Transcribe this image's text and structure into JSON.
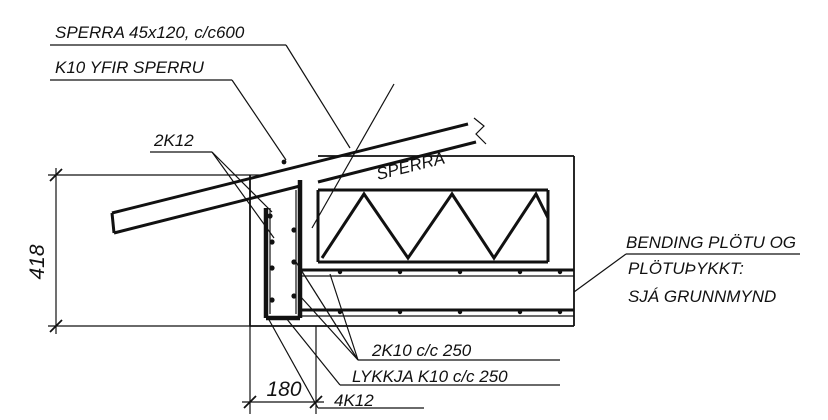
{
  "drawing": {
    "labels": {
      "sperra_spec": "SPERRA 45x120, c/c600",
      "k10_yfir": "K10 YFIR SPERRU",
      "two_k12": "2K12",
      "sperra": "SPERRA",
      "bending_1": "BENDING PLÖTU OG",
      "bending_2": "PLÖTUÞYKKT:",
      "bending_3": "SJÁ GRUNNMYND",
      "two_k10": "2K10 c/c 250",
      "lykkja": "LYKKJA K10 c/c 250",
      "four_k12": "4K12"
    },
    "dimensions": {
      "height": "418",
      "width": "180"
    }
  }
}
